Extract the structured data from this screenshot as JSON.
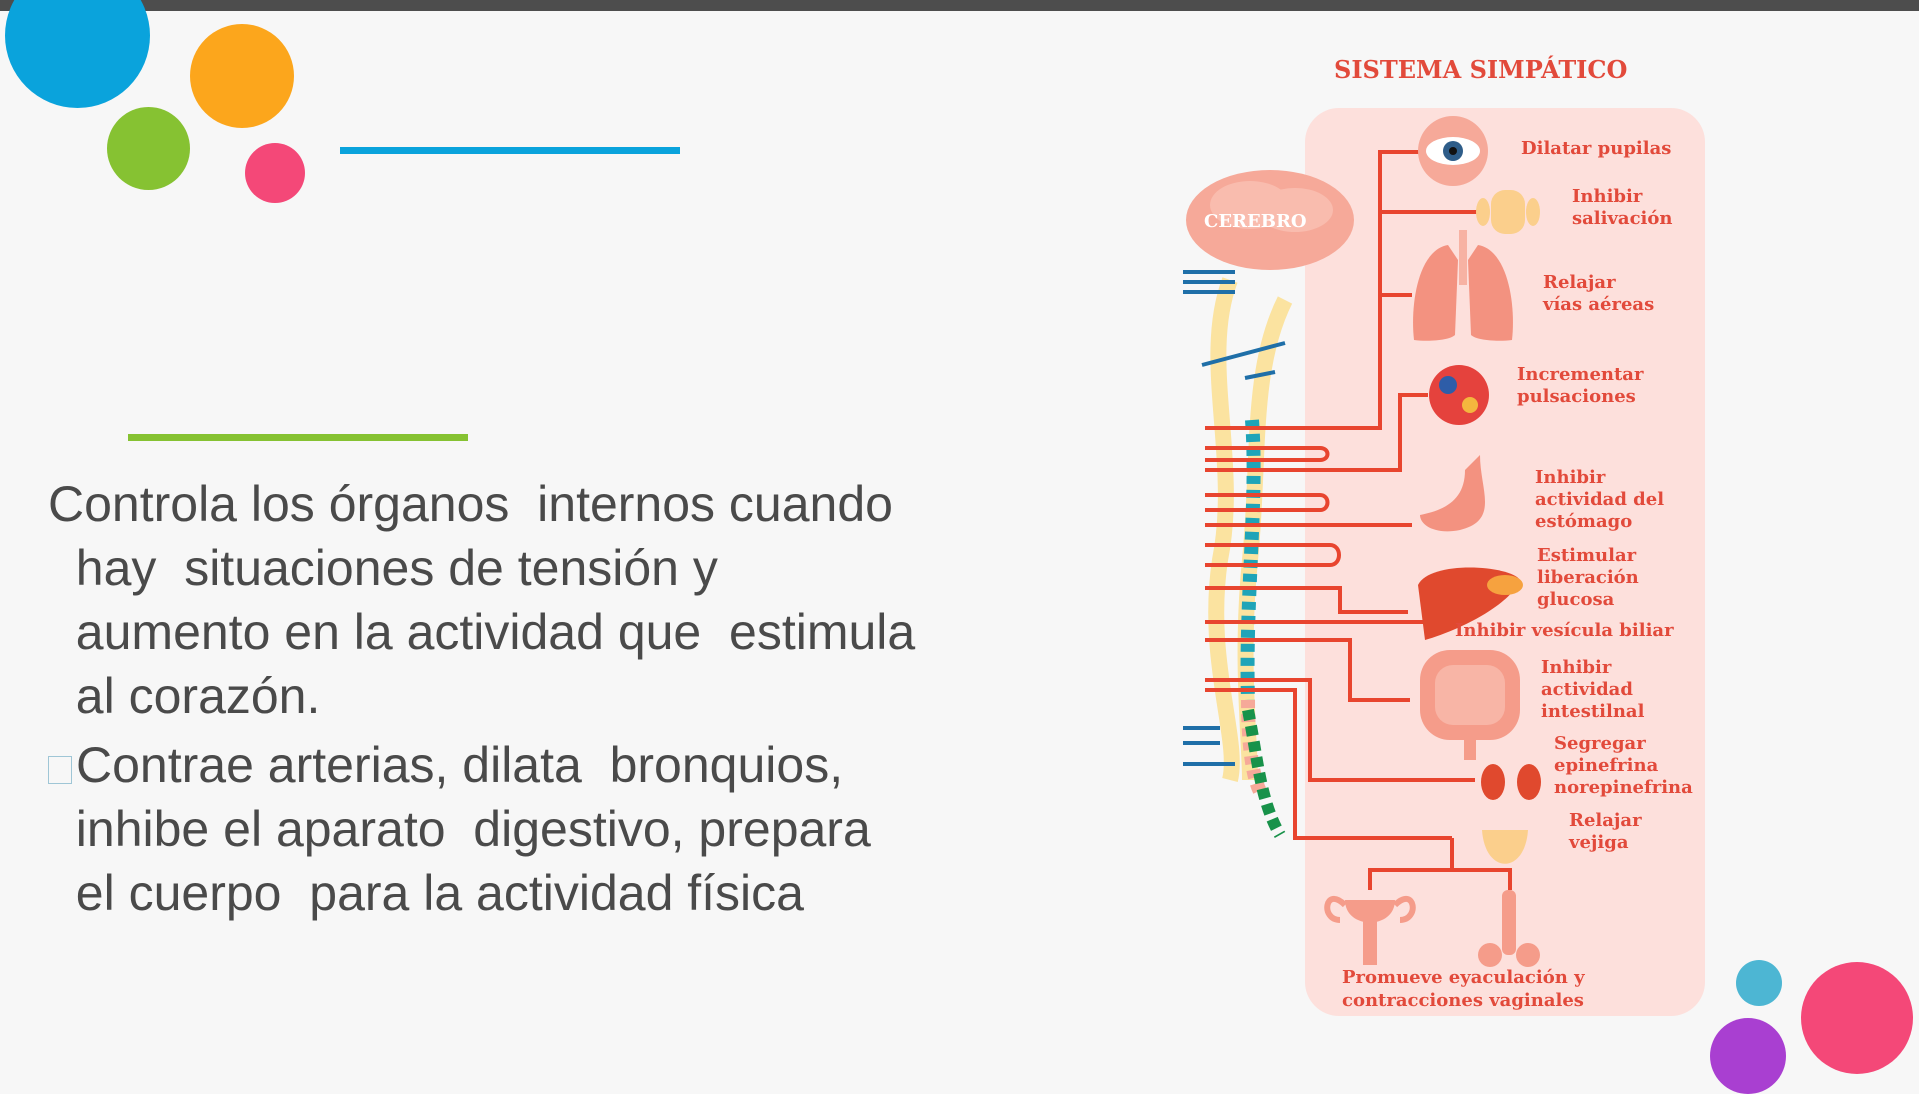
{
  "slide": {
    "paragraph1": "Controla los órganos  internos cuando\n  hay  situaciones de tensión y\n  aumento en la actividad que  estimula\n  al corazón.",
    "paragraph2": "Contrae arterias, dilata  bronquios,\n  inhibe el aparato  digestivo, prepara\n  el cuerpo  para la actividad física"
  },
  "diagram": {
    "title": "SISTEMA SIMPÁTICO",
    "brain_label": "CEREBRO",
    "labels": {
      "pupils": [
        "Dilatar pupilas"
      ],
      "saliva": [
        "Inhibir",
        "salivación"
      ],
      "airways": [
        "Relajar",
        "vías aéreas"
      ],
      "heart": [
        "Incrementar",
        "pulsaciones"
      ],
      "stomach": [
        "Inhibir",
        "actividad del",
        "estómago"
      ],
      "glucose": [
        "Estimular",
        "liberación",
        "glucosa"
      ],
      "gallbladder": [
        "Inhibir vesícula biliar"
      ],
      "intestine": [
        "Inhibir",
        "actividad",
        "intestilnal"
      ],
      "adrenal": [
        "Segregar",
        "epinefrina",
        "norepinefrina"
      ],
      "bladder": [
        "Relajar",
        "vejiga"
      ],
      "reproductive": [
        "Promueve eyaculación y",
        "contracciones vaginales"
      ]
    }
  },
  "colors": {
    "topbar": "#4d4d4d",
    "blue": "#0aa3dc",
    "orange": "#fca61c",
    "green": "#86c232",
    "pink": "#f44878",
    "purple": "#a93fd1",
    "nerve_red": "#e8452f",
    "panel": "#fde0dc"
  }
}
